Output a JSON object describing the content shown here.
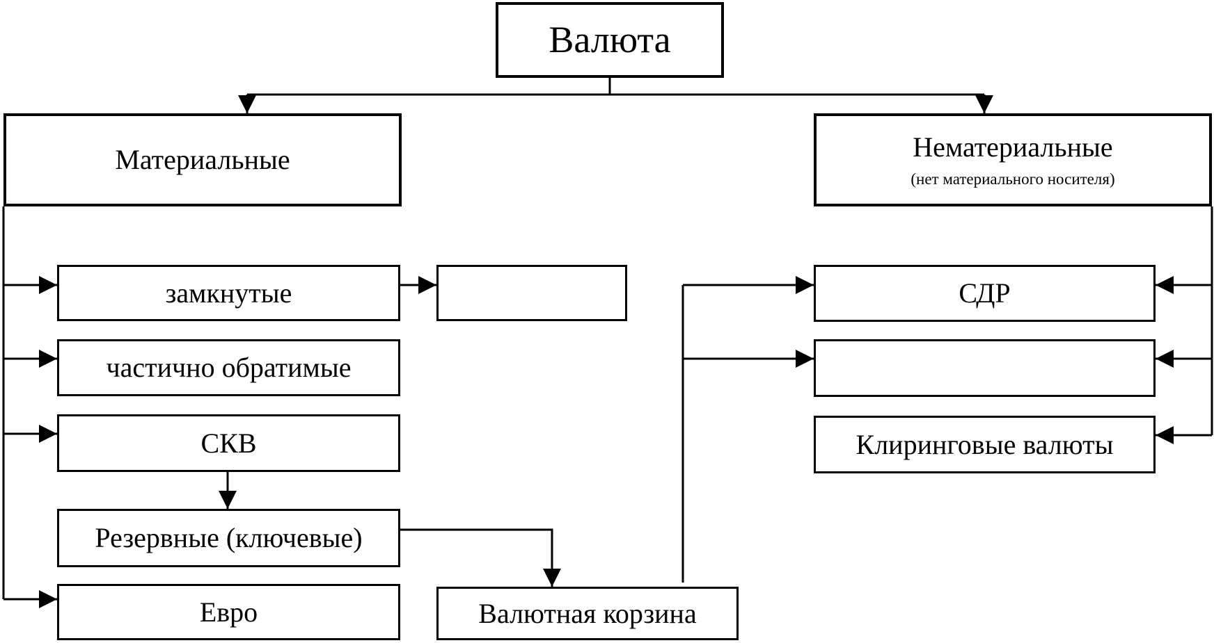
{
  "root": {
    "label": "Валюта"
  },
  "material": {
    "label": "Материальные",
    "items": {
      "closed": "замкнутые",
      "closed_link": "",
      "partial": "частично обратимые",
      "skv": "СКВ",
      "reserve": "Резервные (ключевые)",
      "euro": "Евро",
      "basket": "Валютная корзина"
    }
  },
  "immaterial": {
    "label": "Нематериальные",
    "note": "(нет материального  носителя)",
    "items": {
      "sdr": "СДР",
      "blank": "",
      "clearing": "Клиринговые валюты"
    }
  }
}
